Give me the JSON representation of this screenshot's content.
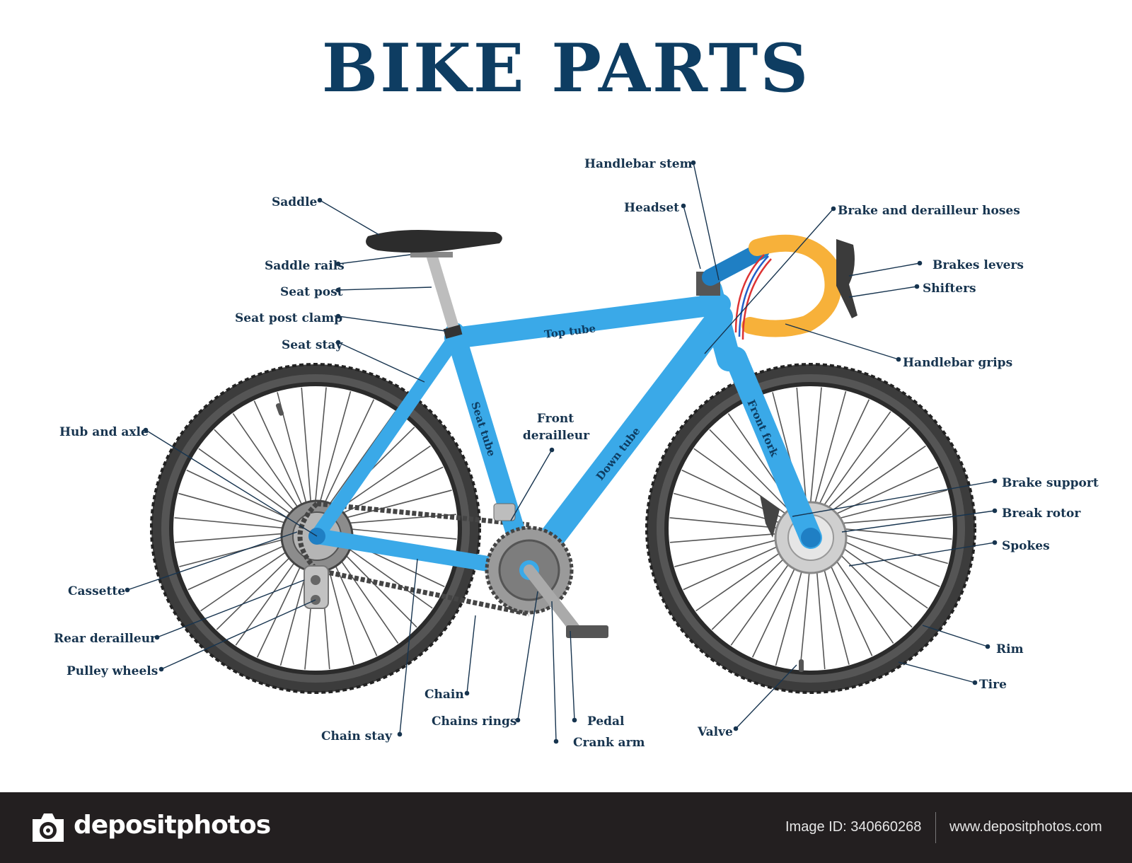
{
  "title": "BIKE PARTS",
  "colors": {
    "frame": "#3aa9e8",
    "frame_dark": "#1f7fc4",
    "grip": "#f7b13a",
    "tire": "#3a3a3a",
    "label": "#17344f",
    "title": "#0e3d62",
    "footer_bg": "#231f20"
  },
  "tube_labels": {
    "top_tube": "Top tube",
    "seat_tube": "Seat tube",
    "down_tube": "Down tube",
    "front_fork": "Front fork"
  },
  "labels": {
    "saddle": "Saddle",
    "saddle_rails": "Saddle rails",
    "seat_post": "Seat post",
    "seat_post_clamp": "Seat post clamp",
    "seat_stay": "Seat stay",
    "hub_and_axle": "Hub and axle",
    "cassette": "Cassette",
    "rear_derailleur": "Rear derailleur",
    "pulley_wheels": "Pulley wheels",
    "chain_stay": "Chain stay",
    "chain": "Chain",
    "chains_rings": "Chains rings",
    "front_derailleur_1": "Front",
    "front_derailleur_2": "derailleur",
    "pedal": "Pedal",
    "crank_arm": "Crank arm",
    "valve": "Valve",
    "handlebar_stem": "Handlebar stem",
    "headset": "Headset",
    "brake_hoses": "Brake and derailleur hoses",
    "brakes_levers": "Brakes levers",
    "shifters": "Shifters",
    "handlebar_grips": "Handlebar grips",
    "brake_support": "Brake support",
    "break_rotor": "Break rotor",
    "spokes": "Spokes",
    "rim": "Rim",
    "tire": "Tire"
  },
  "footer": {
    "brand": "depositphotos",
    "image_id": "Image ID: 340660268",
    "site": "www.depositphotos.com"
  }
}
